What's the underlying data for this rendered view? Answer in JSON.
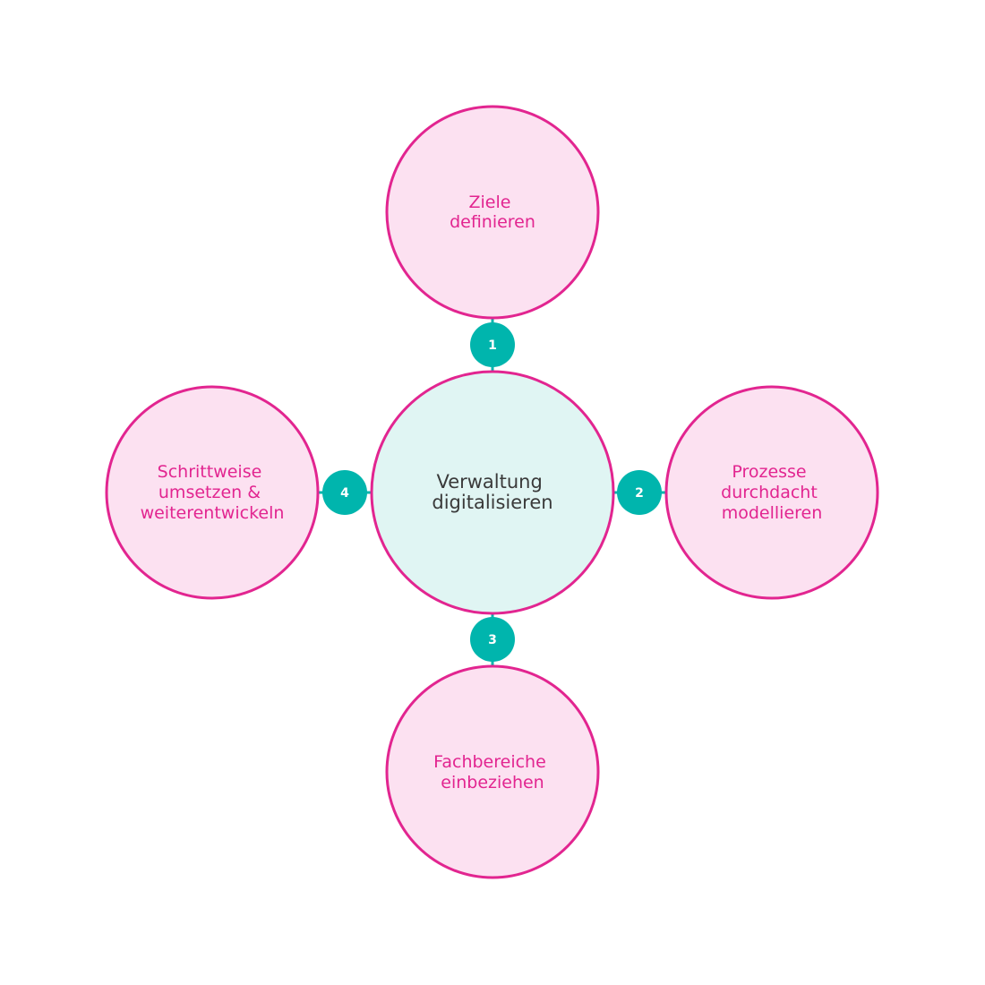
{
  "colors": {
    "node_fill": "#fce1f1",
    "node_stroke": "#e22590",
    "node_text": "#e22590",
    "center_fill": "#e0f5f3",
    "center_stroke": "#e22590",
    "center_text": "#3a3a3a",
    "badge_fill": "#00b5ad",
    "connector": "#00b5ad"
  },
  "center": {
    "lines": [
      "Verwaltung",
      "digitalisieren"
    ]
  },
  "steps": [
    {
      "number": "1",
      "lines": [
        "Ziele",
        "definieren"
      ]
    },
    {
      "number": "2",
      "lines": [
        "Prozesse",
        "durchdacht",
        "modellieren"
      ]
    },
    {
      "number": "3",
      "lines": [
        "Fachbereiche",
        "einbeziehen"
      ]
    },
    {
      "number": "4",
      "lines": [
        "Schrittweise",
        "umsetzen &",
        "weiterentwickeln"
      ]
    }
  ]
}
